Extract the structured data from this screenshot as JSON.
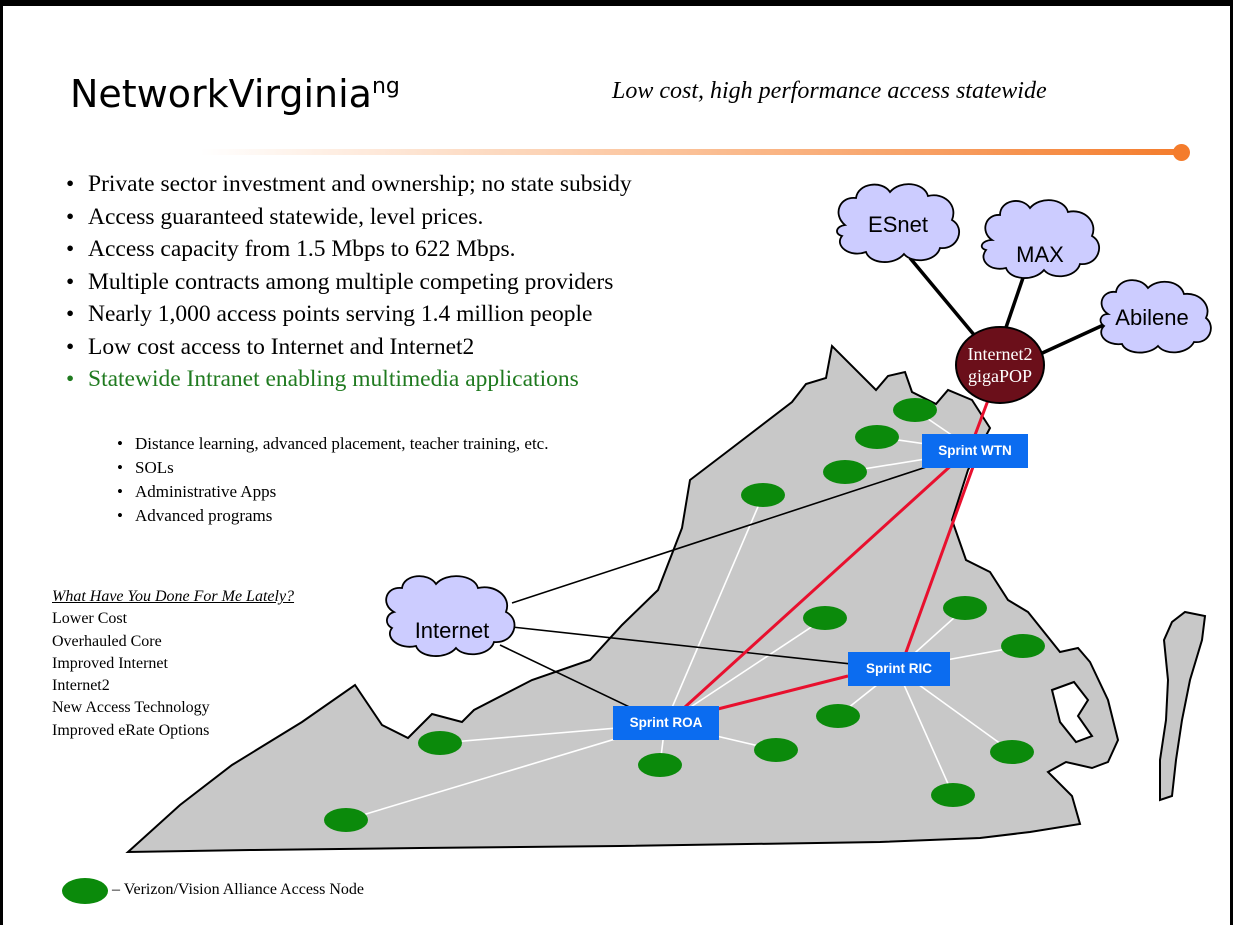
{
  "title": "NetworkVirginia",
  "title_superscript": "ng",
  "subtitle": "Low cost, high performance access statewide",
  "bullets": [
    "Private sector investment and ownership; no state subsidy",
    "Access guaranteed statewide, level prices.",
    "Access capacity from 1.5 Mbps to 622 Mbps.",
    "Multiple contracts among multiple competing providers",
    "Nearly 1,000 access points serving 1.4 million people",
    "Low cost access to Internet and Internet2",
    "Statewide Intranet enabling multimedia applications"
  ],
  "sub_bullets": [
    "Distance learning, advanced placement, teacher training, etc.",
    "SOLs",
    "Administrative Apps",
    "Advanced programs"
  ],
  "lately": {
    "heading": "What Have You Done For Me Lately?",
    "items": [
      "Lower Cost",
      "Overhauled Core",
      "Improved Internet",
      "Internet2",
      "New Access Technology",
      "Improved eRate Options"
    ]
  },
  "clouds": {
    "esnet": "ESnet",
    "max": "MAX",
    "abilene": "Abilene",
    "internet": "Internet"
  },
  "gigapop": {
    "line1": "Internet2",
    "line2": "gigaPOP"
  },
  "sprint": {
    "wtn": "Sprint WTN",
    "ric": "Sprint RIC",
    "roa": "Sprint ROA"
  },
  "legend": "– Verizon/Vision Alliance Access Node",
  "colors": {
    "access_node": "#0b8a0b",
    "sprint_box": "#0b6cf0",
    "gigapop": "#6b0f1a",
    "backbone": "#e8102e",
    "state_fill": "#c8c8c8",
    "accent_rule": "#f47c2c",
    "cloud_fill": "#ccccff",
    "bullet_highlight": "#1f7a1f"
  }
}
